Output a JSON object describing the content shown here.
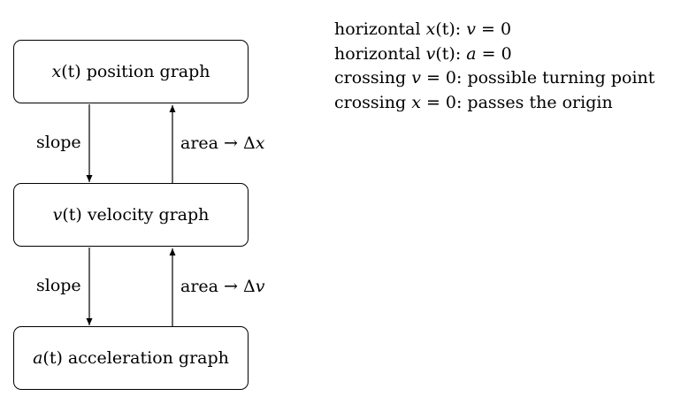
{
  "nodes": [
    {
      "id": "x",
      "var": "x",
      "arg": "(t)",
      "label": " position graph"
    },
    {
      "id": "v",
      "var": "v",
      "arg": "(t)",
      "label": " velocity graph"
    },
    {
      "id": "a",
      "var": "a",
      "arg": "(t)",
      "label": " acceleration graph"
    }
  ],
  "edges": {
    "x_to_v": {
      "label": "slope"
    },
    "v_to_x": {
      "prefix": "area → Δ",
      "var": "x"
    },
    "v_to_a": {
      "label": "slope"
    },
    "a_to_v": {
      "prefix": "area → Δ",
      "var": "v"
    }
  },
  "notes": [
    {
      "pre": "horizontal ",
      "mv": "x",
      "ma": "(t)",
      "mid": ": ",
      "cv": "v",
      "post": " = 0"
    },
    {
      "pre": "horizontal ",
      "mv": "v",
      "ma": "(t)",
      "mid": ": ",
      "cv": "a",
      "post": " = 0"
    },
    {
      "pre": "crossing ",
      "cv": "v",
      "post": " = 0: possible turning point"
    },
    {
      "pre": "crossing ",
      "cv": "x",
      "post": " = 0: passes the origin"
    }
  ]
}
